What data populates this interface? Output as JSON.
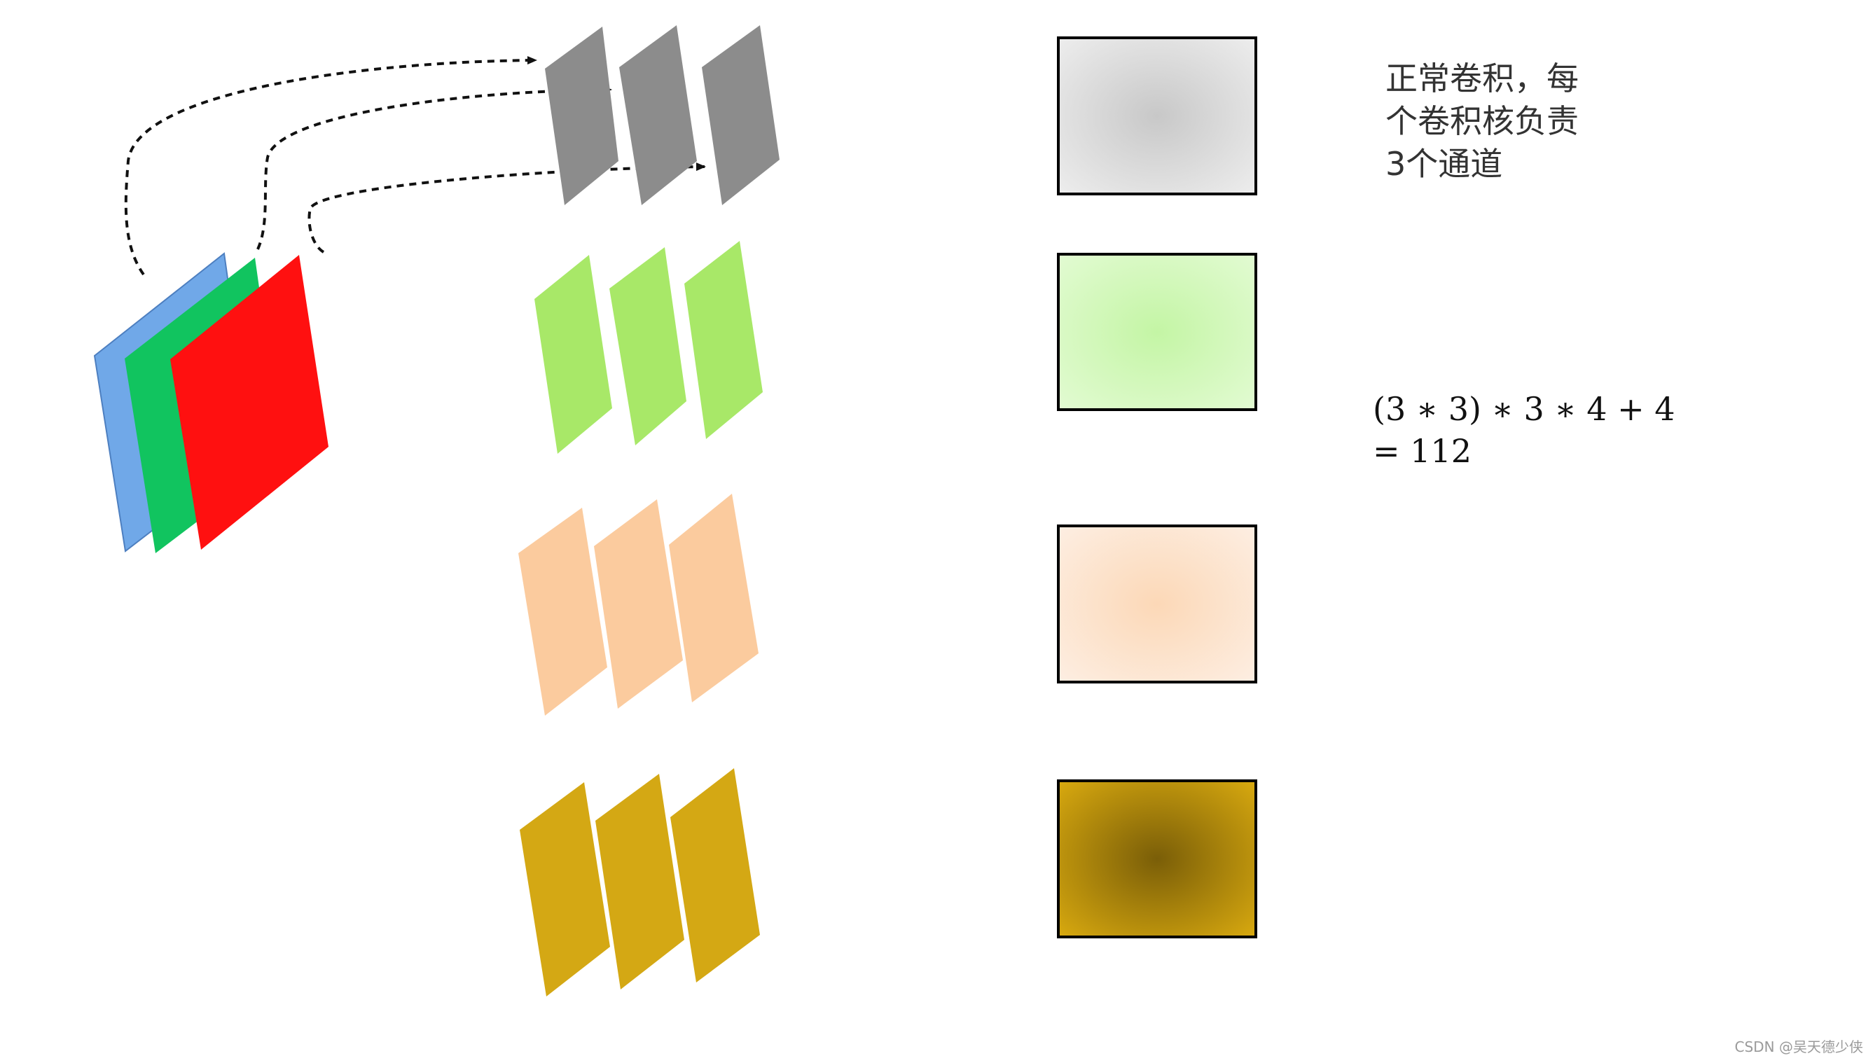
{
  "diagram": {
    "note_lines": [
      "正常卷积，每",
      "个卷积核负责",
      "3个通道"
    ],
    "formula_lines": [
      "(3 ∗ 3) ∗ 3 ∗ 4 + 4",
      "= 112"
    ],
    "watermark": "CSDN @吴天德少侠"
  },
  "colors": {
    "input_blue": "#70A8E8",
    "input_blue_edge": "#4D7FC0",
    "input_green": "#11C45F",
    "input_red": "#FF1010",
    "kernel_gray": "#8C8C8C",
    "kernel_green": "#A8E868",
    "kernel_peach": "#FBCB9E",
    "kernel_gold": "#D4A814",
    "output_gray": {
      "center": "#C8C8C8",
      "edge": "#EDEDED"
    },
    "output_green": {
      "center": "#C4F5A5",
      "edge": "#E2FBD2"
    },
    "output_peach": {
      "center": "#FCD8B7",
      "edge": "#FDEEE2"
    },
    "output_gold": {
      "center": "#7A5E08",
      "edge": "#D8A90F"
    }
  },
  "icons": [
    "dashed-arrow-icon"
  ]
}
